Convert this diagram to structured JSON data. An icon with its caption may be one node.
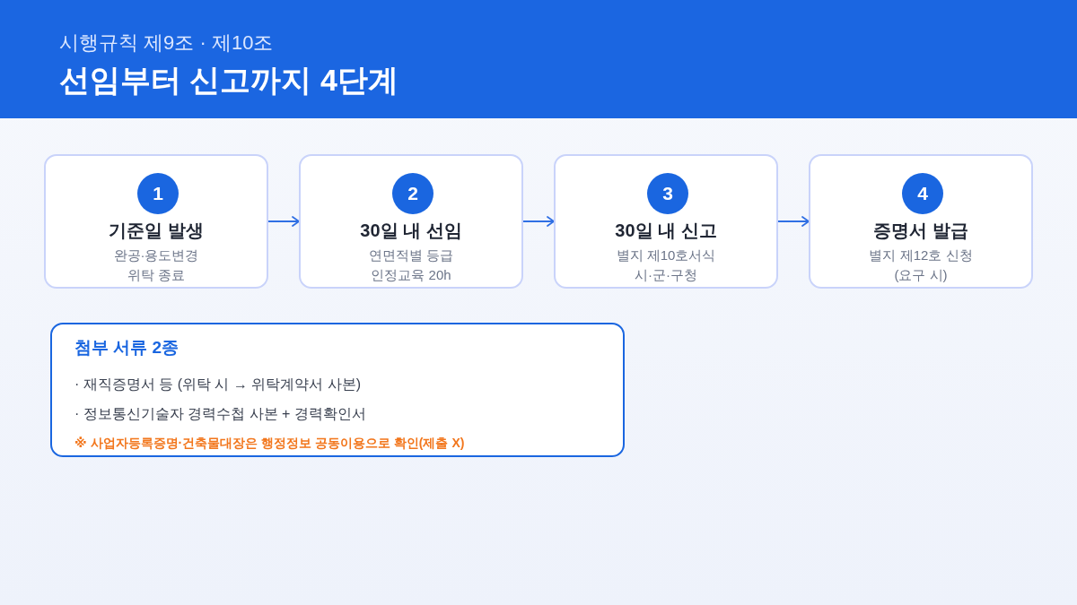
{
  "diagram": {
    "title": "선임부터 신고까지 4단계",
    "nodes": [
      {
        "text": [
          "기준일 발생",
          "완공·용도변경 위탁 종료"
        ]
      },
      {
        "text": [
          "1"
        ],
        "in": 0
      },
      {
        "text": [
          "30일 내 선임",
          "연면적별 등급 인정교육 20h"
        ]
      },
      {
        "text": [
          "2"
        ],
        "in": 2
      },
      {
        "text": [
          "30일 내 신고",
          "별지 제10호서식 시·군·구청"
        ]
      },
      {
        "text": [
          "3"
        ],
        "in": 4
      },
      {
        "text": [
          "증명서 발급",
          "별지 제12호 신청 (요구 시)"
        ]
      },
      {
        "text": [
          "4"
        ],
        "in": 6
      },
      {
        "text": [
          "첨부 서류 2종",
          "· 재직증명서 등 (위탁 시 → 위탁계약서 사본)",
          "· 정보통신기술자 경력수첩 사본 + 경력확인서",
          "※ 사업자등록증명·건축물대장은 행정정보 공동이용으로 확인(제출 X)"
        ]
      }
    ],
    "edges": [
      {
        "from": 0,
        "to": 2,
        "arrow": "to"
      },
      {
        "from": 2,
        "to": 4,
        "arrow": "to"
      },
      {
        "from": 4,
        "to": 6,
        "arrow": "to"
      }
    ],
    "labels": [
      "시행규칙 제9조 · 제10조"
    ]
  }
}
